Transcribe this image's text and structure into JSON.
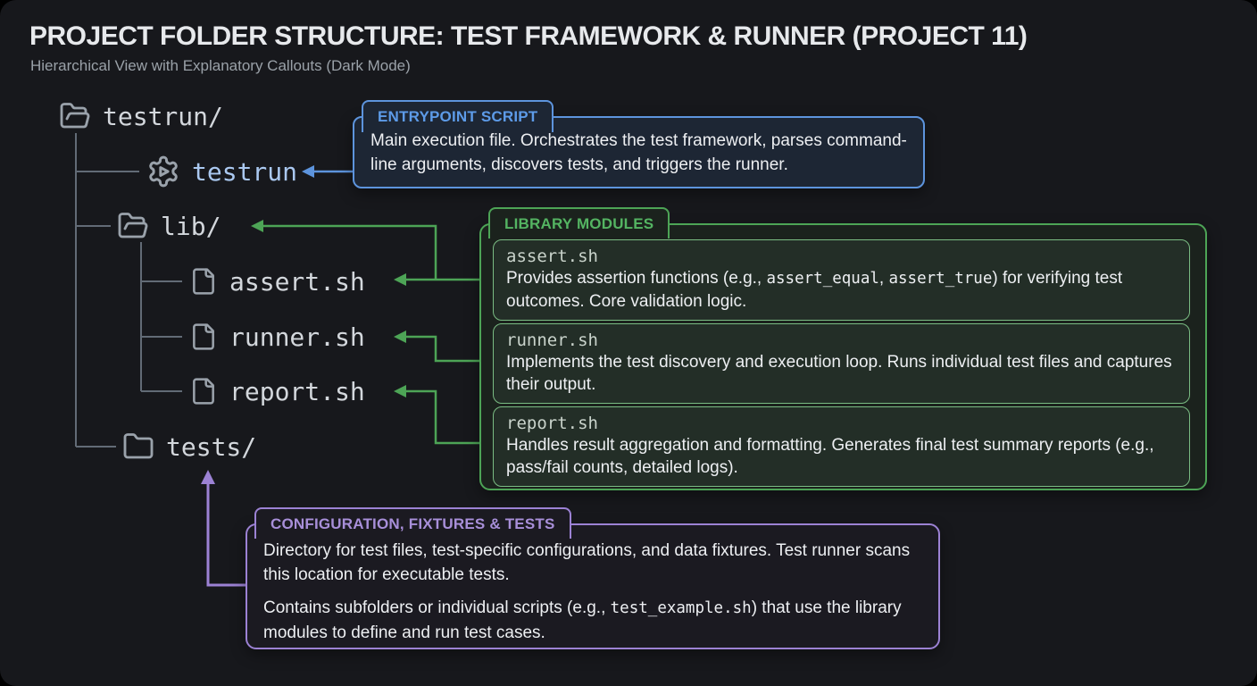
{
  "header": {
    "title": "PROJECT FOLDER STRUCTURE: TEST FRAMEWORK & RUNNER (PROJECT 11)",
    "subtitle": "Hierarchical View with Explanatory Callouts (Dark Mode)"
  },
  "tree": {
    "root_label": "testrun/",
    "nodes": [
      {
        "label": "testrun",
        "type": "executable-script",
        "icon": "gear-play-icon"
      },
      {
        "label": "lib/",
        "type": "folder",
        "icon": "folder-open-icon"
      },
      {
        "label": "assert.sh",
        "type": "file",
        "icon": "file-icon"
      },
      {
        "label": "runner.sh",
        "type": "file",
        "icon": "file-icon"
      },
      {
        "label": "report.sh",
        "type": "file",
        "icon": "file-icon"
      },
      {
        "label": "tests/",
        "type": "folder",
        "icon": "folder-icon"
      }
    ]
  },
  "callouts": {
    "entrypoint": {
      "tab": "ENTRYPOINT SCRIPT",
      "body": "Main execution file. Orchestrates the test framework, parses command-line arguments, discovers tests, and triggers the runner."
    },
    "library": {
      "tab": "LIBRARY MODULES",
      "modules": [
        {
          "file": "assert.sh",
          "pre": "Provides assertion functions (e.g., ",
          "code1": "assert_equal",
          "mid": ", ",
          "code2": "assert_true",
          "post": ") for verifying test outcomes. Core validation logic."
        },
        {
          "file": "runner.sh",
          "desc": "Implements the test discovery and execution loop. Runs individual test files and captures their output."
        },
        {
          "file": "report.sh",
          "desc": "Handles result aggregation and formatting. Generates final test summary reports (e.g., pass/fail counts, detailed logs)."
        }
      ]
    },
    "tests": {
      "tab": "CONFIGURATION, FIXTURES & TESTS",
      "para1": "Directory for test files, test-specific configurations, and data fixtures. Test runner scans this location for executable tests.",
      "para2_pre": "Contains subfolders or individual scripts (e.g., ",
      "para2_code": "test_example.sh",
      "para2_post": ") that use the library modules to define and run test cases."
    }
  },
  "colors": {
    "background": "#17181c",
    "entrypoint_accent": "#5d94dd",
    "library_accent": "#4da456",
    "tests_accent": "#9c82d4",
    "tree_text": "#d3d7dc",
    "executable_text": "#aac8f0",
    "tree_line": "#626b76",
    "text_primary": "#edeff2",
    "text_secondary": "#9aa1a8"
  }
}
